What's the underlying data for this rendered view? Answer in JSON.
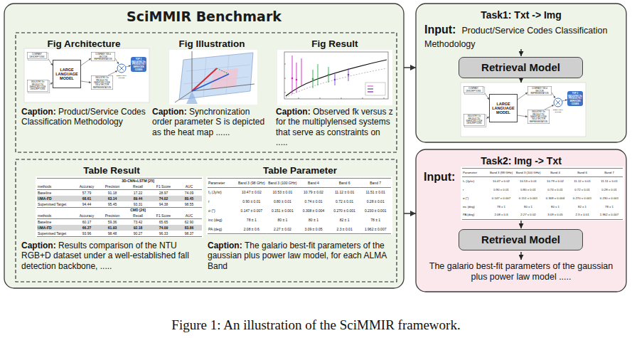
{
  "diagram": {
    "caption": "Figure 1: An illustration of the SciMMIR framework.",
    "nodes": [
      {
        "text": [
          "SciMMIR Benchmark"
        ]
      },
      {
        "text": [
          "Fig Architecture",
          "Caption:",
          "Product/Service Codes Classification Methodology"
        ],
        "in": 0
      },
      {
        "text": [
          "Fig Illustration",
          "Caption:",
          "Synchronization order parameter S is depicted as the heat map ......"
        ],
        "in": 0
      },
      {
        "text": [
          "Fig Result",
          "Caption:",
          "Observed fk versus z for the multiplylensed systems that serve as constraints on ....."
        ],
        "in": 0
      },
      {
        "text": [
          "Table Result",
          "Caption:",
          "Results comparison of the NTU RGB+D dataset under a well-established fall detection backbone, ....."
        ],
        "in": 0
      },
      {
        "text": [
          "Table Parameter",
          "Caption:",
          "The galario best-fit parameters of the gaussian plus power law model, for each ALMA Band"
        ],
        "in": 0
      },
      {
        "text": [
          "Task1: Txt -> Img",
          "Input:",
          "Product/Service Codes Classification Methodology"
        ]
      },
      {
        "text": [
          "Retrieval Model"
        ],
        "in": 6
      },
      {
        "text": [
          "Task2: Img -> Txt",
          "Input:",
          "The galario best-fit parameters of the gaussian plus power law model ....."
        ]
      },
      {
        "text": [
          "Retrieval Model"
        ],
        "in": 8
      }
    ],
    "edges": [
      {
        "from": 0,
        "to": 6,
        "arrow": "to"
      },
      {
        "from": 0,
        "to": 8,
        "arrow": "to"
      }
    ],
    "labels": [
      "COMPANY DESCRIPTIONS",
      "INDUSTRY Xn PRODUCTS/ SERVICES CODE DESCRIPTIONS",
      "LARGE LANGUAGE MODEL",
      "COMPANY 768-d VECTOR REPRESENTATION",
      "INDUSTRY Xn PRODUCTS/ SERVICES CODE 768-d VECTOR REPRESENTATION",
      "SIMILARITY SCORE",
      "TOP 3 INDUSTRY Xn PRODUCTS / SERVICES CODES",
      "3D-CNN+LSTM [25]",
      "methods",
      "Accuracy",
      "Precision",
      "Recall",
      "F1 Score",
      "AUC",
      "Baseline",
      "57.79",
      "91.18",
      "17.22",
      "28.97",
      "74.09",
      "UMA-FD",
      "68.61",
      "63.14",
      "89.44",
      "74.02",
      "80.45",
      "Supervised Target",
      "94.44",
      "95.45",
      "93.31",
      "94.38",
      "98.55",
      "CMD [26]",
      "methods",
      "Accuracy",
      "Precision",
      "Recall",
      "F1 Score",
      "AUC",
      "Baseline",
      "60.17",
      "59.36",
      "73.42",
      "65.65",
      "62.90",
      "UMA-FD",
      "66.27",
      "61.93",
      "92.18",
      "74.09",
      "83.86",
      "Supervised Target",
      "93.96",
      "98.48",
      "90.27",
      "96.33",
      "98.37",
      "Parameter",
      "Band 3 (98 GHz)",
      "Band 3 (100 GHz)",
      "Band 4",
      "Band 6",
      "Band 7",
      "f₀ (Jy/sr)",
      "10.47 ± 0.02",
      "10.53 ± 0.01",
      "10.79 ± 0.02",
      "11.12 ± 0.01",
      "11.51 ± 0.01",
      "r",
      "0.90 ± 0.01",
      "0.80 ± 0.01",
      "0.74 ± 0.01",
      "0.72 ± 0.01",
      "0.28 ± 0.01",
      "σ (″)",
      "0.147 ± 0.007",
      "0.151 ± 0.001",
      "0.308 ± 0.004",
      "0.270 ± 0.001",
      "0.230 ± 0.001",
      "inc (deg)",
      "78 ± 1",
      "80 ± 1",
      "80 ± 1",
      "82 ± 1",
      "78 ± 1",
      "PA (deg)",
      "2.08 ± 0.6",
      "2.27 ± 0.02",
      "3.09 ± 0.05",
      "2.3 ± 0.01",
      "1.962 ± 0.007",
      "COMPANY DESCRIPTIONS",
      "INDUSTRY Xn PRODUCTS/ SERVICES CODE DESCRIPTIONS",
      "LARGE LANGUAGE MODEL",
      "COMPANY 768-d VECTOR REPRESENTATION",
      "INDUSTRY Xn PRODUCTS/ SERVICES CODE 768-d VECTOR REPRESENTATION",
      "SIMILARITY SCORE",
      "TOP 3 INDUSTRY Xn PRODUCTS / SERVICES CODES",
      "Parameter",
      "Band 3 (98 GHz)",
      "Band 3 (100 GHz)",
      "Band 4",
      "Band 6",
      "Band 7",
      "f₀ (Jy/sr)",
      "10.47 ± 0.02",
      "10.53 ± 0.01",
      "10.79 ± 0.02",
      "11.12 ± 0.01",
      "11.51 ± 0.01",
      "r",
      "0.90 ± 0.01",
      "0.80 ± 0.01",
      "0.74 ± 0.01",
      "0.72 ± 0.01",
      "0.28 ± 0.01",
      "σ (″)",
      "0.147 ± 0.007",
      "0.151 ± 0.001",
      "0.308 ± 0.004",
      "0.270 ± 0.001",
      "0.230 ± 0.001",
      "inc (deg)",
      "78 ± 1",
      "80 ± 1",
      "80 ± 1",
      "82 ± 1",
      "78 ± 1",
      "PA (deg)",
      "2.08 ± 0.6",
      "2.27 ± 0.02",
      "3.09 ± 0.05",
      "2.3 ± 0.01",
      "1.962 ± 0.007"
    ]
  }
}
